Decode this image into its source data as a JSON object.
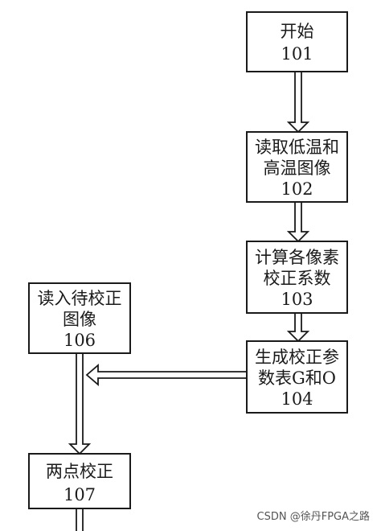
{
  "nodes": [
    {
      "id": "101",
      "lines": [
        "开始",
        "101"
      ]
    },
    {
      "id": "102",
      "lines": [
        "读取低温和",
        "高温图像",
        "102"
      ]
    },
    {
      "id": "103",
      "lines": [
        "计算各像素",
        "校正系数",
        "103"
      ]
    },
    {
      "id": "104",
      "lines": [
        "生成校正参",
        "数表G和O",
        "104"
      ]
    },
    {
      "id": "106",
      "lines": [
        "读入待校正",
        "图像",
        "106"
      ]
    },
    {
      "id": "107",
      "lines": [
        "两点校正",
        "107"
      ]
    }
  ],
  "watermark": "CSDN @徐丹FPGA之路"
}
